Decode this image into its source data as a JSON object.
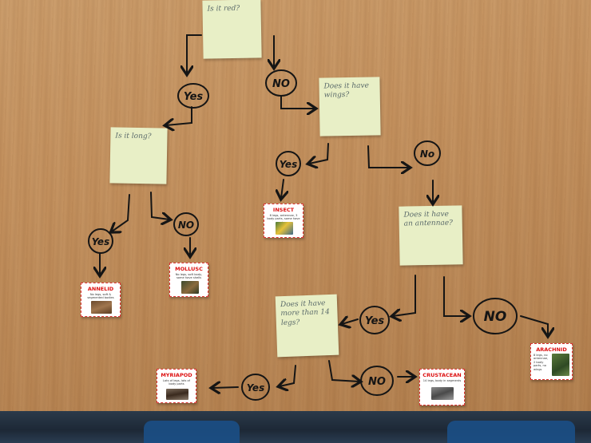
{
  "notes": {
    "start": "Is it red?",
    "wings": "Does it have wings?",
    "legs": "Is it long?",
    "antennae": "Does it have an antennae?",
    "morelegs": "Does it have more than 14 legs?"
  },
  "answers": {
    "yes_a": "Yes",
    "no_a": "NO",
    "yes_b": "Yes",
    "no_b": "NO",
    "yes_c": "Yes",
    "no_c": "No",
    "yes_d": "Yes",
    "no_d": "NO",
    "yes_e": "Yes",
    "no_e": "NO"
  },
  "cards": {
    "annelid": {
      "title": "ANNELID",
      "desc": "No legs, soft & segmented bodies"
    },
    "mollusc": {
      "title": "MOLLUSC",
      "desc": "No legs, soft body, some have shells"
    },
    "insect": {
      "title": "INSECT",
      "desc": "6 legs, antennae, 3 body parts, some have wings"
    },
    "arachnid": {
      "title": "ARACHNID",
      "desc": "8 legs, no antennae, 2 body parts, no wings"
    },
    "myriapod": {
      "title": "MYRIAPOD",
      "desc": "Lots of legs, lots of body parts"
    },
    "crustacean": {
      "title": "CRUSTACEAN",
      "desc": "14 legs, body in segments"
    }
  },
  "colors": {
    "note": "#e8efc6",
    "card_border": "#dd3333",
    "card_title": "#dd1111",
    "ink": "#151515"
  }
}
